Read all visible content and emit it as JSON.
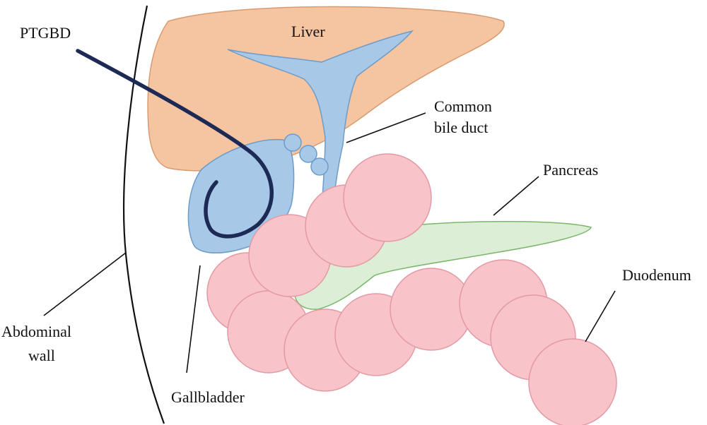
{
  "labels": {
    "ptgbd": "PTGBD",
    "liver": "Liver",
    "common_bile_duct": [
      "Common",
      "bile duct"
    ],
    "pancreas": "Pancreas",
    "duodenum": "Duodenum",
    "abdominal_wall": [
      "Abdominal",
      "wall"
    ],
    "gallbladder": "Gallbladder"
  },
  "colors": {
    "liver_fill": "#f5c4a0",
    "liver_stroke": "#d89a70",
    "bile_fill": "#a8c8e8",
    "bile_stroke": "#6d9cc8",
    "pancreas_fill": "#dcefd6",
    "pancreas_stroke": "#7cb56c",
    "duodenum_fill": "#f8c3c9",
    "duodenum_stroke": "#e39aa5",
    "drain": "#1c2a55",
    "line": "#111111"
  }
}
